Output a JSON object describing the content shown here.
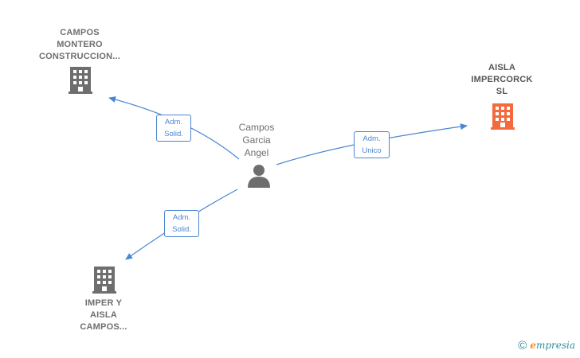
{
  "nodes": {
    "campos_montero": {
      "lines": [
        "CAMPOS",
        "MONTERO",
        "CONSTRUCCION..."
      ],
      "icon": "building-icon",
      "color": "#6e6e6e"
    },
    "aisla_impercorck": {
      "lines": [
        "AISLA",
        "IMPERCORCK",
        "SL"
      ],
      "icon": "building-icon",
      "color": "#f26a3d"
    },
    "imper_y_aisla": {
      "lines": [
        "IMPER Y",
        "AISLA",
        "CAMPOS..."
      ],
      "icon": "building-icon",
      "color": "#6e6e6e"
    },
    "person": {
      "lines": [
        "Campos",
        "Garcia",
        "Angel"
      ],
      "icon": "person-icon",
      "color": "#6e6e6e"
    }
  },
  "edges": {
    "to_campos_montero": {
      "lines": [
        "Adm.",
        "Solid."
      ]
    },
    "to_aisla_impercorck": {
      "lines": [
        "Adm.",
        "Unico"
      ]
    },
    "to_imper_y_aisla": {
      "lines": [
        "Adm.",
        "Solid."
      ]
    }
  },
  "colors": {
    "edge": "#4a86d0",
    "accent": "#f26a3d"
  },
  "footer": {
    "copyright": "©",
    "brand_first": "e",
    "brand_rest": "mpresia"
  }
}
